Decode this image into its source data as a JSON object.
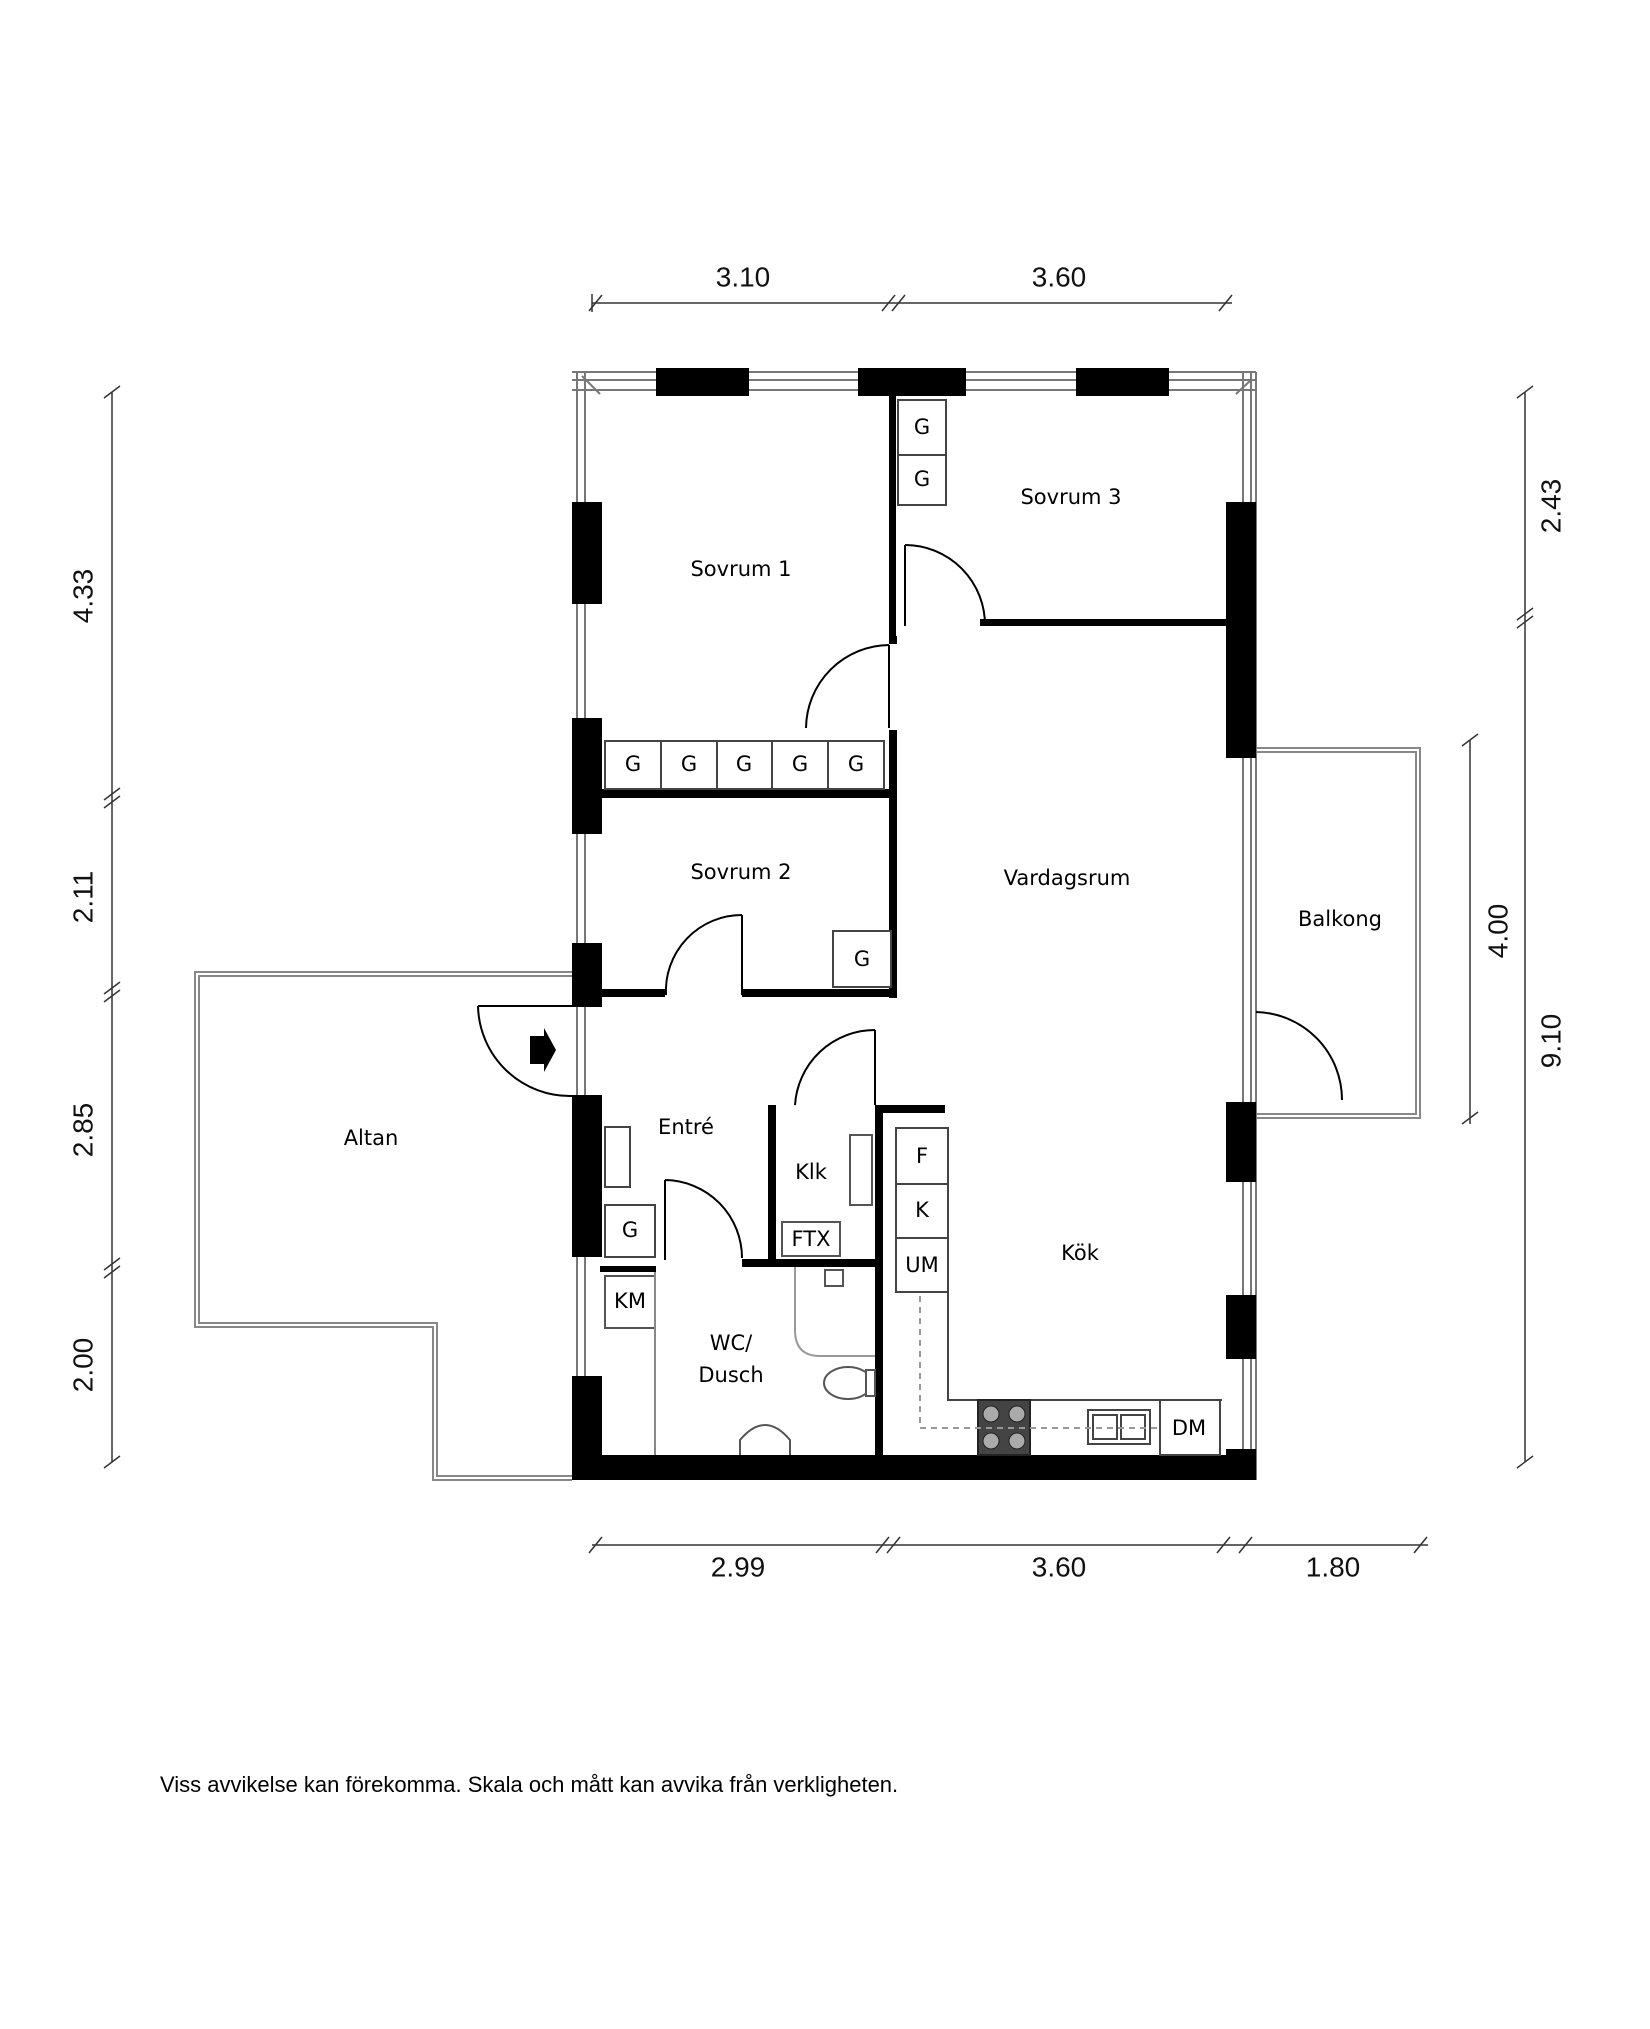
{
  "rooms": {
    "sovrum1": "Sovrum 1",
    "sovrum2": "Sovrum 2",
    "sovrum3": "Sovrum 3",
    "vardagsrum": "Vardagsrum",
    "balkong": "Balkong",
    "altan": "Altan",
    "entre": "Entré",
    "klk": "Klk",
    "kok": "Kök",
    "wc_line1": "WC/",
    "wc_line2": "Dusch"
  },
  "units": {
    "wardrobe": "G",
    "fridge": "F",
    "freezer": "K",
    "microwave": "UM",
    "dishwasher": "DM",
    "washer": "KM",
    "ventilation": "FTX"
  },
  "dimensions": {
    "top_left": "3.10",
    "top_right": "3.60",
    "bottom_left": "2.99",
    "bottom_middle": "3.60",
    "bottom_right": "1.80",
    "left_1": "4.33",
    "left_2": "2.11",
    "left_3": "2.85",
    "left_4": "2.00",
    "right_top": "2.43",
    "right_balkong": "4.00",
    "right_total": "9.10"
  },
  "disclaimer": "Viss avvikelse kan förekomma. Skala och mått kan avvika från verkligheten."
}
